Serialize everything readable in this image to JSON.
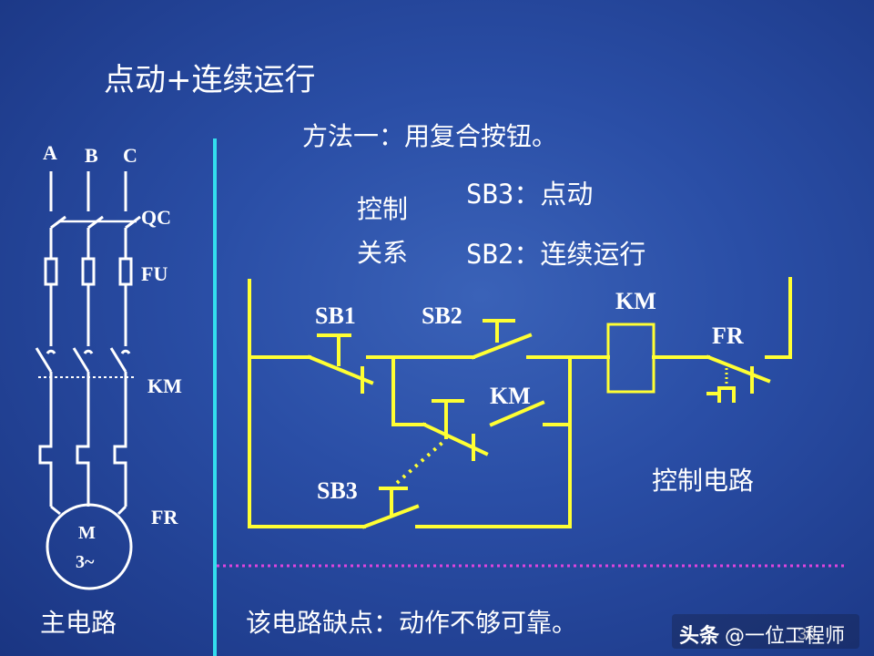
{
  "title": "点动+连续运行",
  "method": "方法一：用复合按钮。",
  "control_relation": {
    "line1": "控制",
    "line2": "关系"
  },
  "sb3_desc": "SB3：点动",
  "sb2_desc": "SB2：连续运行",
  "main_circuit": {
    "phases": [
      "A",
      "B",
      "C"
    ],
    "qc": "QC",
    "fu": "FU",
    "km": "KM",
    "fr": "FR",
    "motor_line1": "M",
    "motor_line2": "3~",
    "label": "主电路"
  },
  "control_circuit": {
    "sb1": "SB1",
    "sb2": "SB2",
    "sb3": "SB3",
    "km_coil": "KM",
    "km_contact": "KM",
    "fr": "FR",
    "label": "控制电路"
  },
  "drawback": "该电路缺点：动作不够可靠。",
  "watermark": {
    "brand": "头条",
    "account": "@一位工程师"
  },
  "page_number": "30",
  "colors": {
    "wire_white": "#ffffff",
    "wire_yellow": "#ffff33",
    "divider": "#33ddee",
    "dotted": "#dd44dd"
  }
}
